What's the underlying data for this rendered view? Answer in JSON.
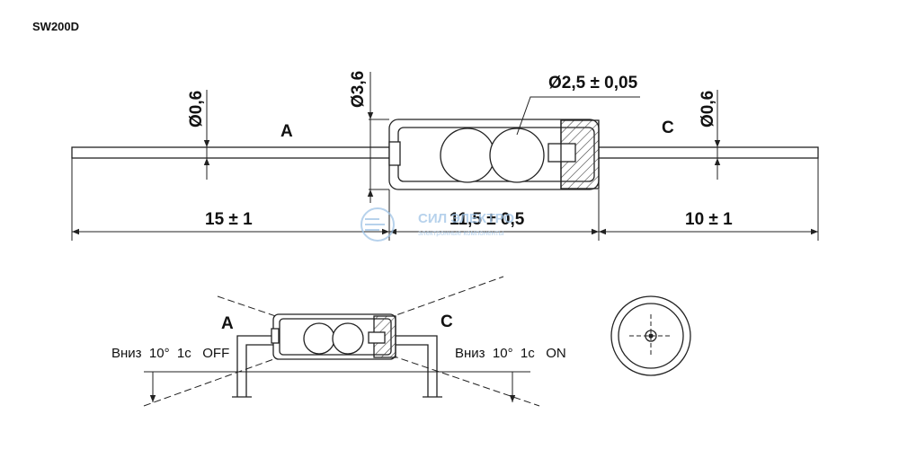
{
  "title": "SW200D",
  "dimensions": {
    "lead_diameter_left": "Ø0,6",
    "lead_diameter_right": "Ø0,6",
    "body_diameter": "Ø3,6",
    "ball_diameter": "Ø2,5 ± 0,05",
    "left_lead_length": "15 ± 1",
    "body_length": "11,5 ± 0,5",
    "right_lead_length": "10 ± 1"
  },
  "terminals": {
    "a": "A",
    "c": "C"
  },
  "tilt_notes": {
    "off": "Вниз  10°  1с   OFF",
    "on": "Вниз  10°  1с   ON"
  },
  "watermark": {
    "brand": "СИЛ ЭЛЕКТРО",
    "tagline": "электронные компоненты"
  },
  "colors": {
    "line": "#222222",
    "hatch": "#444444",
    "watermark": "#9fc3e6"
  }
}
